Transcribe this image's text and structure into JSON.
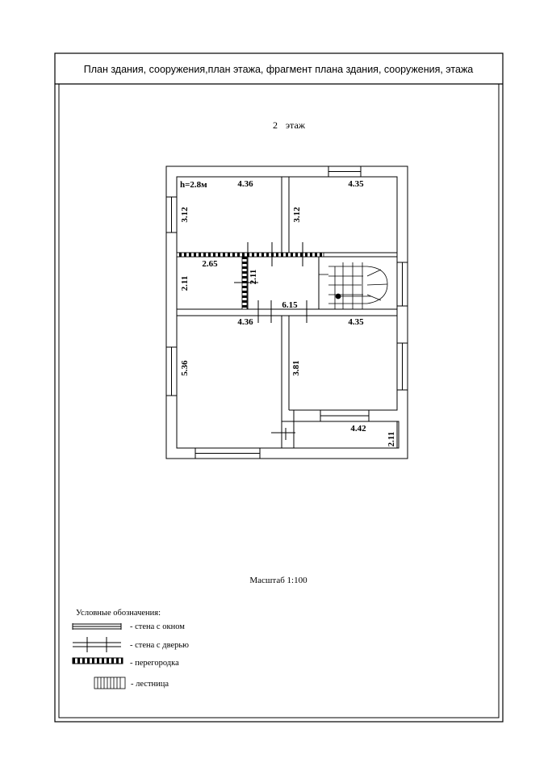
{
  "header": {
    "title": "План здания, сооружения,план этажа, фрагмент плана здания, сооружения, этажа"
  },
  "floor": {
    "label_number": "2",
    "label_word": "этаж"
  },
  "plan": {
    "height_note": "h=2.8м",
    "dimensions": {
      "room_top_left_width": "4.36",
      "room_top_left_depth": "3.12",
      "room_top_right_width": "4.35",
      "room_top_right_depth": "3.12",
      "small_room_width": "2.65",
      "small_room_depth_left": "2.11",
      "small_room_depth_right": "2.11",
      "hall_length": "6.15",
      "room_bottom_left_width": "4.36",
      "room_bottom_left_depth": "5.36",
      "room_bottom_right_width": "4.35",
      "room_bottom_right_depth": "3.81",
      "balcony_width": "4.42",
      "balcony_depth": "2.11"
    }
  },
  "scale": {
    "label": "Масштаб 1:100"
  },
  "legend": {
    "title": "Условные обозначения:",
    "items": [
      {
        "label": "- стена с окном"
      },
      {
        "label": "- стена с дверью"
      },
      {
        "label": "- перегородка"
      },
      {
        "label": "- лестница"
      }
    ]
  }
}
